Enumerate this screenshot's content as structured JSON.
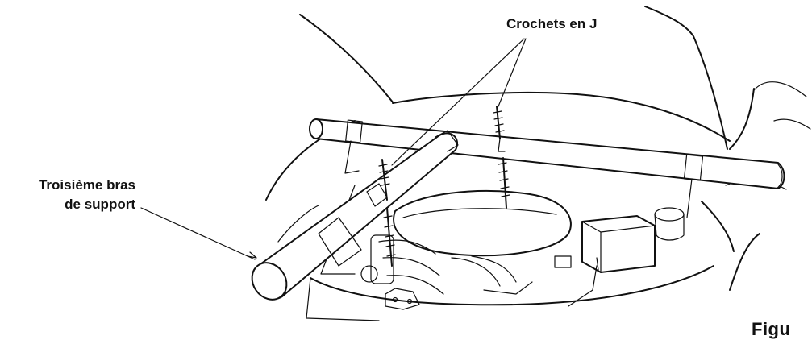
{
  "labels": {
    "j_hooks": "Crochets en J",
    "third_arm_line1": "Troisième bras",
    "third_arm_line2": "de support",
    "figure": "Figu"
  },
  "colors": {
    "ink": "#111111",
    "background": "#ffffff"
  },
  "parts": [
    "hood",
    "crossbar",
    "third-support-arm",
    "j-hook",
    "j-hook",
    "engine",
    "battery",
    "fender"
  ]
}
